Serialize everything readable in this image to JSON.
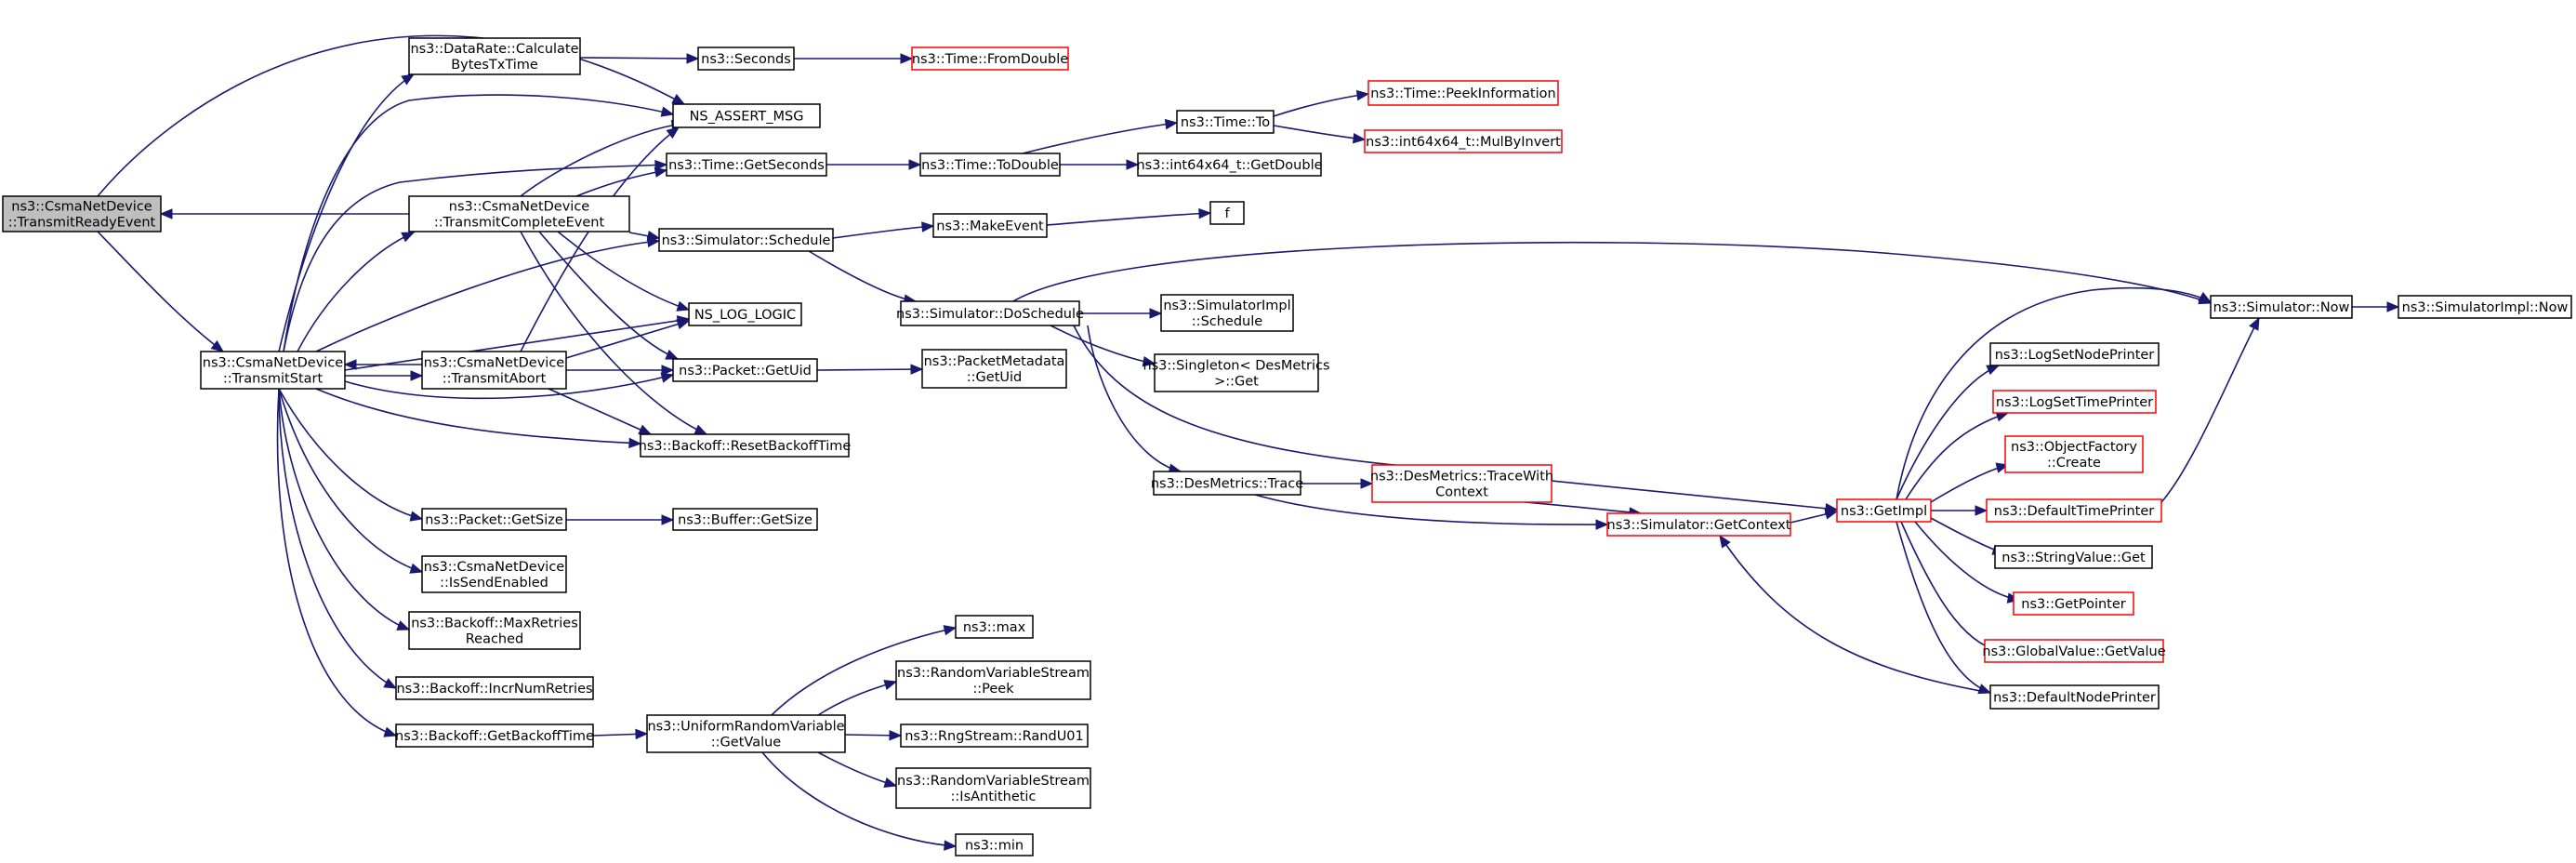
{
  "graph": {
    "nodes": [
      {
        "id": "root",
        "lines": [
          "ns3::CsmaNetDevice",
          "::TransmitReadyEvent"
        ],
        "style": "root"
      },
      {
        "id": "ts",
        "lines": [
          "ns3::CsmaNetDevice",
          "::TransmitStart"
        ],
        "style": "black"
      },
      {
        "id": "drc",
        "lines": [
          "ns3::DataRate::Calculate",
          "BytesTxTime"
        ],
        "style": "black"
      },
      {
        "id": "tce",
        "lines": [
          "ns3::CsmaNetDevice",
          "::TransmitCompleteEvent"
        ],
        "style": "black"
      },
      {
        "id": "ta",
        "lines": [
          "ns3::CsmaNetDevice",
          "::TransmitAbort"
        ],
        "style": "black"
      },
      {
        "id": "pgs",
        "lines": [
          "ns3::Packet::GetSize"
        ],
        "style": "black"
      },
      {
        "id": "ise",
        "lines": [
          "ns3::CsmaNetDevice",
          "::IsSendEnabled"
        ],
        "style": "black"
      },
      {
        "id": "mrr",
        "lines": [
          "ns3::Backoff::MaxRetries",
          "Reached"
        ],
        "style": "black"
      },
      {
        "id": "inr",
        "lines": [
          "ns3::Backoff::IncrNumRetries"
        ],
        "style": "black"
      },
      {
        "id": "gbt",
        "lines": [
          "ns3::Backoff::GetBackoffTime"
        ],
        "style": "black"
      },
      {
        "id": "sec",
        "lines": [
          "ns3::Seconds"
        ],
        "style": "black"
      },
      {
        "id": "nam",
        "lines": [
          "NS_ASSERT_MSG"
        ],
        "style": "black"
      },
      {
        "id": "tgs",
        "lines": [
          "ns3::Time::GetSeconds"
        ],
        "style": "black"
      },
      {
        "id": "ssc",
        "lines": [
          "ns3::Simulator::Schedule"
        ],
        "style": "black"
      },
      {
        "id": "nll",
        "lines": [
          "NS_LOG_LOGIC"
        ],
        "style": "black"
      },
      {
        "id": "pgu",
        "lines": [
          "ns3::Packet::GetUid"
        ],
        "style": "black"
      },
      {
        "id": "rbt",
        "lines": [
          "ns3::Backoff::ResetBackoffTime"
        ],
        "style": "black"
      },
      {
        "id": "bgs",
        "lines": [
          "ns3::Buffer::GetSize"
        ],
        "style": "black"
      },
      {
        "id": "urv",
        "lines": [
          "ns3::UniformRandomVariable",
          "::GetValue"
        ],
        "style": "black"
      },
      {
        "id": "tfd",
        "lines": [
          "ns3::Time::FromDouble"
        ],
        "style": "red"
      },
      {
        "id": "ttd",
        "lines": [
          "ns3::Time::ToDouble"
        ],
        "style": "black"
      },
      {
        "id": "mke",
        "lines": [
          "ns3::MakeEvent"
        ],
        "style": "black"
      },
      {
        "id": "sds",
        "lines": [
          "ns3::Simulator::DoSchedule"
        ],
        "style": "black"
      },
      {
        "id": "pmu",
        "lines": [
          "ns3::PacketMetadata",
          "::GetUid"
        ],
        "style": "black"
      },
      {
        "id": "max",
        "lines": [
          "ns3::max"
        ],
        "style": "black"
      },
      {
        "id": "rvp",
        "lines": [
          "ns3::RandomVariableStream",
          "::Peek"
        ],
        "style": "black"
      },
      {
        "id": "rng",
        "lines": [
          "ns3::RngStream::RandU01"
        ],
        "style": "black"
      },
      {
        "id": "rva",
        "lines": [
          "ns3::RandomVariableStream",
          "::IsAntithetic"
        ],
        "style": "black"
      },
      {
        "id": "min",
        "lines": [
          "ns3::min"
        ],
        "style": "black"
      },
      {
        "id": "tto",
        "lines": [
          "ns3::Time::To"
        ],
        "style": "black"
      },
      {
        "id": "gdb",
        "lines": [
          "ns3::int64x64_t::GetDouble"
        ],
        "style": "black"
      },
      {
        "id": "f",
        "lines": [
          "f"
        ],
        "style": "black"
      },
      {
        "id": "sis",
        "lines": [
          "ns3::SimulatorImpl",
          "::Schedule"
        ],
        "style": "black"
      },
      {
        "id": "sdm",
        "lines": [
          "ns3::Singleton< DesMetrics",
          " >::Get"
        ],
        "style": "black"
      },
      {
        "id": "dmt",
        "lines": [
          "ns3::DesMetrics::Trace"
        ],
        "style": "black"
      },
      {
        "id": "tpi",
        "lines": [
          "ns3::Time::PeekInformation"
        ],
        "style": "red"
      },
      {
        "id": "mbi",
        "lines": [
          "ns3::int64x64_t::MulByInvert"
        ],
        "style": "red"
      },
      {
        "id": "dtc",
        "lines": [
          "ns3::DesMetrics::TraceWith",
          "Context"
        ],
        "style": "red"
      },
      {
        "id": "sgc",
        "lines": [
          "ns3::Simulator::GetContext"
        ],
        "style": "red"
      },
      {
        "id": "gim",
        "lines": [
          "ns3::GetImpl"
        ],
        "style": "red"
      },
      {
        "id": "snw",
        "lines": [
          "ns3::Simulator::Now"
        ],
        "style": "black"
      },
      {
        "id": "lsn",
        "lines": [
          "ns3::LogSetNodePrinter"
        ],
        "style": "black"
      },
      {
        "id": "lst",
        "lines": [
          "ns3::LogSetTimePrinter"
        ],
        "style": "red"
      },
      {
        "id": "ofc",
        "lines": [
          "ns3::ObjectFactory",
          "::Create"
        ],
        "style": "red"
      },
      {
        "id": "dtp",
        "lines": [
          "ns3::DefaultTimePrinter"
        ],
        "style": "red"
      },
      {
        "id": "svg",
        "lines": [
          "ns3::StringValue::Get"
        ],
        "style": "black"
      },
      {
        "id": "gpt",
        "lines": [
          "ns3::GetPointer"
        ],
        "style": "red"
      },
      {
        "id": "ggv",
        "lines": [
          "ns3::GlobalValue::GetValue"
        ],
        "style": "red"
      },
      {
        "id": "dnp",
        "lines": [
          "ns3::DefaultNodePrinter"
        ],
        "style": "black"
      },
      {
        "id": "sin",
        "lines": [
          "ns3::SimulatorImpl::Now"
        ],
        "style": "black"
      }
    ],
    "colors": {
      "edge": "#191970",
      "box_border": "#000000",
      "box_border_external": "#ff0000",
      "root_fill": "#bfbfbf",
      "background": "#ffffff"
    }
  }
}
